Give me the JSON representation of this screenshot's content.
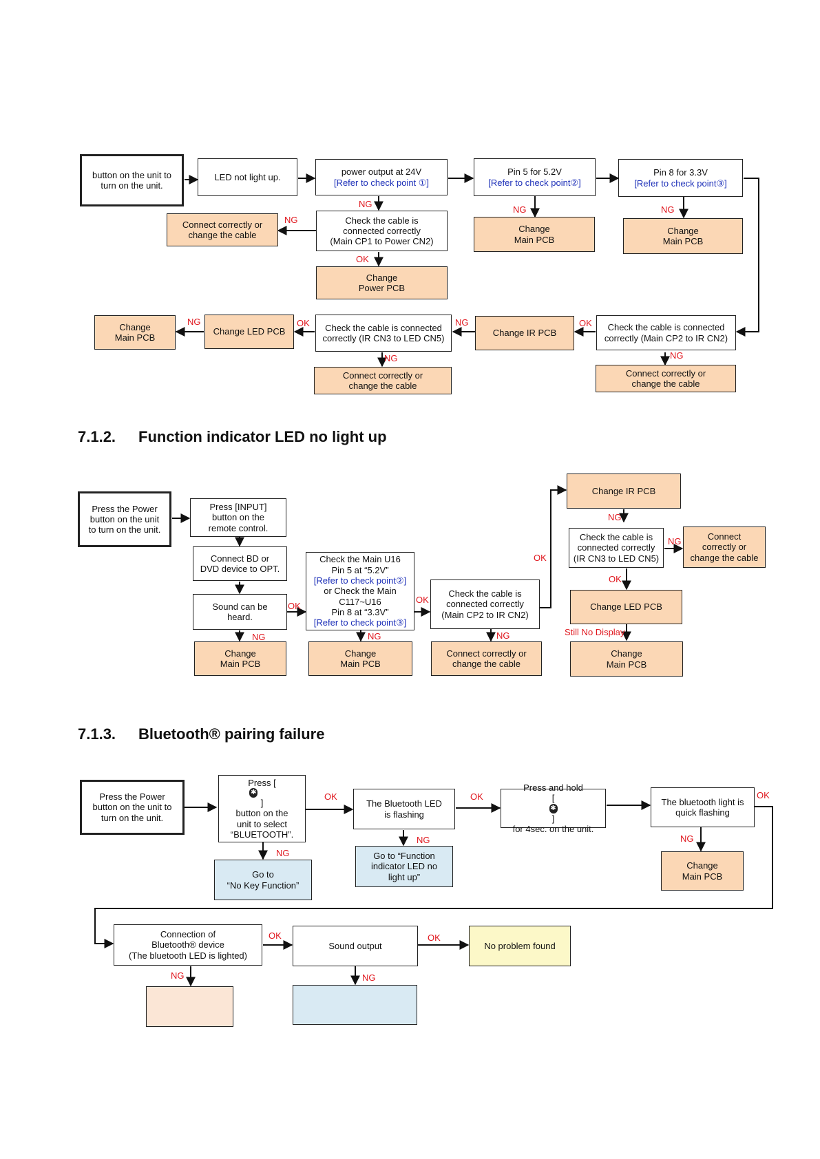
{
  "flow1": {
    "start": "button on the unit to turn on the unit.",
    "led_not_light": "LED not light up.",
    "power_output": "power output at 24V",
    "power_output_ref": "[Refer to check point ①]",
    "pin5": "Pin 5 for 5.2V",
    "pin5_ref": "[Refer to check point②]",
    "pin8": "Pin 8 for 3.3V",
    "pin8_ref": "[Refer to check point③]",
    "connect_cable_a": "Connect correctly or change the cable",
    "check_cp1": [
      "Check the cable is",
      "connected correctly",
      "(Main CP1 to Power CN2)"
    ],
    "change_main_pcb_1": [
      "Change",
      "Main PCB"
    ],
    "change_main_pcb_2": [
      "Change",
      "Main PCB"
    ],
    "change_power_pcb": [
      "Change",
      "Power  PCB"
    ],
    "change_main_pcb_3": [
      "Change",
      "Main PCB"
    ],
    "change_led_pcb": "Change LED PCB",
    "check_cn3": [
      "Check the cable is connected",
      "correctly (IR CN3 to LED CN5)"
    ],
    "change_ir_pcb": "Change IR PCB",
    "check_cp2": [
      "Check the cable is connected",
      "correctly (Main CP2 to IR CN2)"
    ],
    "connect_cable_b": [
      "Connect correctly or",
      "change the cable"
    ],
    "connect_cable_c": [
      "Connect correctly or",
      "change the cable"
    ],
    "labels": {
      "ng_power": "NG",
      "ng_cable_a": "NG",
      "ok_power_pcb": "OK",
      "ng_pin5": "NG",
      "ng_pin8": "NG",
      "ng_main3": "NG",
      "ok_led": "OK",
      "ng_ir": "NG",
      "ok_ir": "OK",
      "ng_cn3": "NG",
      "ng_cp2": "NG"
    }
  },
  "section_712": {
    "number": "7.1.2.",
    "title": "Function indicator LED no light up"
  },
  "flow2": {
    "start": [
      "Press the Power",
      "button on the unit",
      "to turn on the unit."
    ],
    "press_input": [
      "Press [INPUT]",
      "button on the",
      "remote control."
    ],
    "connect_bd": [
      "Connect  BD or",
      "DVD device to OPT."
    ],
    "sound_heard": [
      "Sound can be",
      "heard."
    ],
    "check_u16": [
      "Check the Main U16",
      "Pin 5  at “5.2V”"
    ],
    "check_u16_ref1": "[Refer to check point②]",
    "check_u16_mid": [
      "or Check the Main",
      "C117~U16",
      "Pin 8  at “3.3V”"
    ],
    "check_u16_ref2": "[Refer to check point③]",
    "check_cp2": [
      "Check the cable is",
      "connected correctly",
      "(Main CP2 to IR CN2)"
    ],
    "change_ir_pcb": "Change IR PCB",
    "check_cn3": [
      "Check the cable is",
      "connected correctly",
      "(IR CN3 to LED CN5)"
    ],
    "connect_cable_r": [
      "Connect",
      "correctly or",
      "change the cable"
    ],
    "change_led_pcb": "Change LED PCB",
    "change_main_a": [
      "Change",
      "Main PCB"
    ],
    "change_main_b": [
      "Change",
      "Main PCB"
    ],
    "connect_cable_b": [
      "Connect correctly or",
      "change the cable"
    ],
    "change_main_c": [
      "Change",
      "Main PCB"
    ],
    "labels": {
      "ok_sound": "OK",
      "ok_u16": "OK",
      "ok_cp2": "OK",
      "ng_ir": "NG",
      "ng_cn3": "NG",
      "ok_cn3": "OK",
      "still_no_display": "Still No Display",
      "ng_sound": "NG",
      "ng_u16": "NG",
      "ng_cp2": "NG"
    }
  },
  "section_713": {
    "number": "7.1.3.",
    "title": "Bluetooth® pairing failure"
  },
  "flow3": {
    "start": [
      "Press the Power",
      "button on the unit to",
      "turn on the unit."
    ],
    "press_bt_pre": "Press [",
    "press_bt_post": "]",
    "press_bt_rest": [
      "button on the",
      "unit to select",
      "“BLUETOOTH”."
    ],
    "bt_led_flash": [
      "The Bluetooth LED",
      "is flashing"
    ],
    "press_hold_1": "Press and hold",
    "press_hold_pre": "[",
    "press_hold_post": "]",
    "press_hold_3": "for 4sec. on the unit.",
    "quick_flash": [
      "The bluetooth light is",
      "quick flashing"
    ],
    "go_no_key": [
      "Go to",
      "“No Key Function”"
    ],
    "go_function": [
      "Go to “Function",
      "indicator LED no",
      "light up”"
    ],
    "change_main": [
      "Change",
      "Main PCB"
    ],
    "connection": [
      "Connection of",
      "Bluetooth® device",
      "(The bluetooth LED is lighted)"
    ],
    "sound_output": "Sound output",
    "no_problem": "No problem found",
    "bt_icon": "bluetooth-icon",
    "labels": {
      "ok_press": "OK",
      "ok_flash": "OK",
      "ok_quick": "OK",
      "ng_press": "NG",
      "ng_flash": "NG",
      "ng_quick": "NG",
      "ok_conn": "OK",
      "ok_sound": "OK",
      "ng_conn": "NG",
      "ng_sound": "NG"
    }
  }
}
